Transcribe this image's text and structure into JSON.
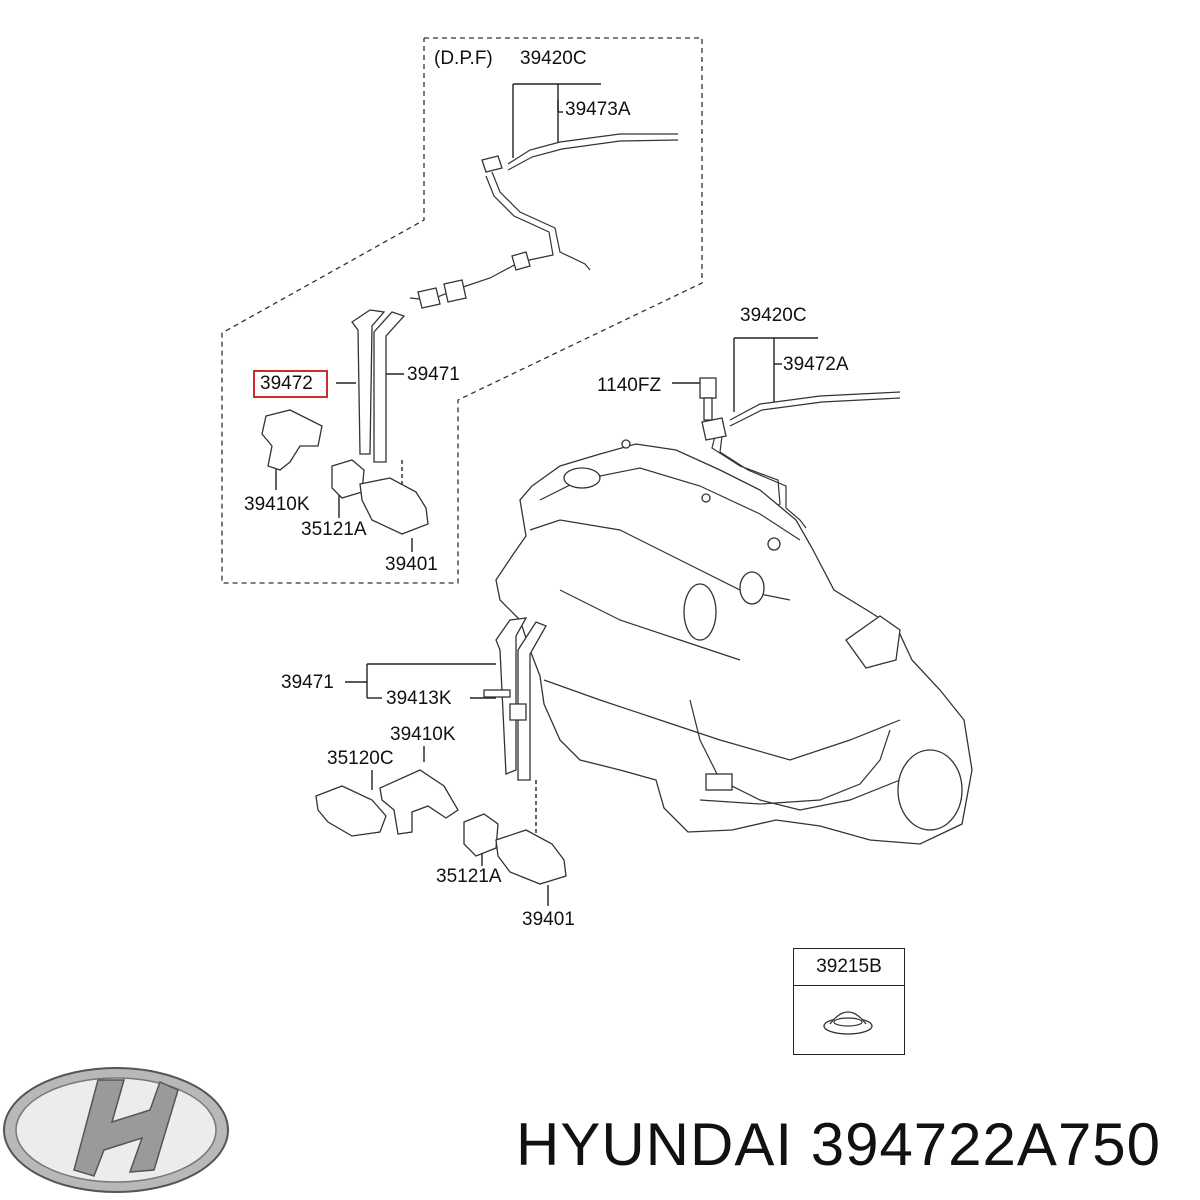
{
  "diagram": {
    "dpf_group": {
      "header": "(D.P.F)",
      "labels": {
        "pipe_set": "39420C",
        "tube_long": "39473A",
        "hose_highlight": "39472",
        "hose_b": "39471",
        "bracket": "39410K",
        "insulator": "35121A",
        "valve": "39401"
      }
    },
    "main_group": {
      "labels": {
        "pipe_set": "39420C",
        "tube_long": "39472A",
        "bolt": "1140FZ",
        "hose_b": "39471",
        "hose_clamp": "39413K",
        "bracket": "39410K",
        "sensor": "35120C",
        "insulator": "35121A",
        "valve": "39401"
      }
    },
    "inset": {
      "label": "39215B"
    }
  },
  "footer": {
    "brand": "HYUNDAI",
    "part_number": "394722A750",
    "logo": "hyundai-logo"
  },
  "colors": {
    "highlight": "#d12b2b",
    "line": "#222222"
  }
}
